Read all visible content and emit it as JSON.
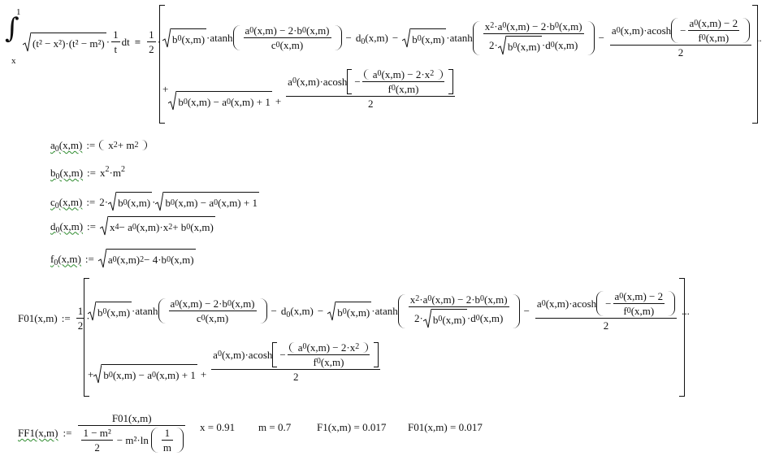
{
  "integral": {
    "upper": "1",
    "lower": "x",
    "integrand": "(t² − x²)·(t² − m²)",
    "factor": "1",
    "factor_den": "t",
    "dt": "dt",
    "eq": "="
  },
  "result": {
    "half_num": "1",
    "half_den": "2",
    "line1_ellipsis": "...",
    "den2": "2"
  },
  "defs": {
    "a0": {
      "lhs": "a0(x,m)",
      "op": ":=",
      "rhs": "x² + m²"
    },
    "b0": {
      "lhs": "b0(x,m)",
      "op": ":=",
      "rhs": "x²·m²"
    },
    "c0": {
      "lhs": "c0(x,m)",
      "op": ":=",
      "rhs": "2·√b0(x,m)·√(b0(x,m) − a0(x,m) + 1)"
    },
    "d0": {
      "lhs": "d0(x,m)",
      "op": ":=",
      "rhs": "√(x⁴ − a0(x,m)·x² + b0(x,m))"
    },
    "f0": {
      "lhs": "f0(x,m)",
      "op": ":=",
      "rhs": "√(a0(x,m)² − 4·b0(x,m))"
    }
  },
  "F01": {
    "lhs": "F01(x,m)",
    "op": ":="
  },
  "FF1": {
    "lhs": "FF1(x,m)",
    "op": ":=",
    "num": "F01(x,m)",
    "den_a_num": "1 − m²",
    "den_a_den": "2",
    "den_b": "− m²·ln",
    "ln_num": "1",
    "ln_den": "m"
  },
  "results": [
    {
      "label": "x = 0.91"
    },
    {
      "label": "m = 0.7"
    },
    {
      "label": "F1(x,m) = 0.017"
    },
    {
      "label": "F01(x,m) = 0.017"
    }
  ]
}
